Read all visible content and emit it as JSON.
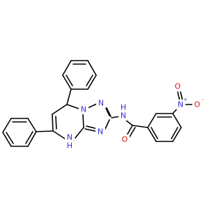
{
  "colors": {
    "bond": "#000000",
    "carbon": "#000000",
    "nitrogen": "#3030e0",
    "oxygen": "#e01010"
  },
  "atoms": {
    "n1": "N",
    "n2": "N",
    "n3": "N",
    "nh_ring": "N",
    "nh_ring_h": "H",
    "nh_amide": "N",
    "nh_amide_h": "H",
    "o_carbonyl": "O",
    "n_nitro": "N",
    "n_nitro_charge": "+",
    "o_nitro_top": "O",
    "o_nitro_right": "O",
    "o_nitro_charge": "-"
  }
}
